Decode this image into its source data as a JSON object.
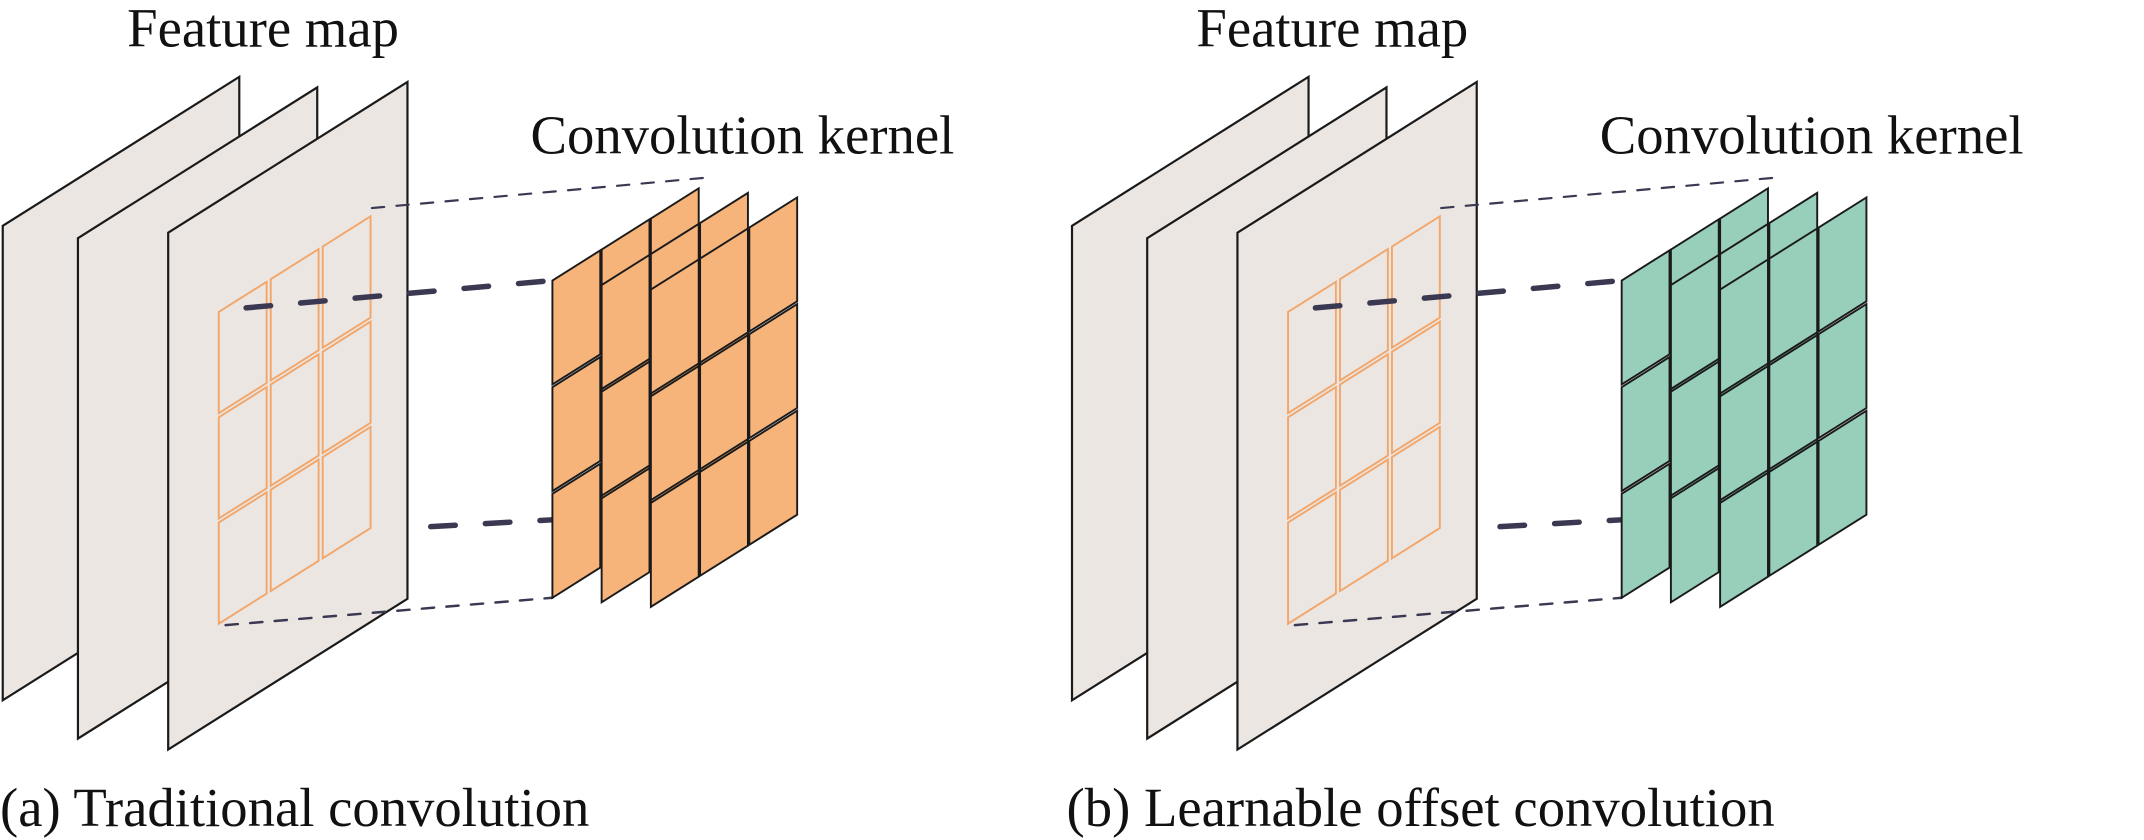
{
  "panels": [
    {
      "feature_map_label": "Feature map",
      "kernel_label": "Convolution kernel",
      "caption": "(a) Traditional convolution",
      "kernel_color": "#f7b47a",
      "grid_color": "#f2a66a"
    },
    {
      "feature_map_label": "Feature map",
      "kernel_label": "Convolution kernel",
      "caption": "(b) Learnable offset convolution",
      "kernel_color": "#97cfbb",
      "grid_color": "#f2a66a",
      "offset_color": "#86c7b0"
    }
  ],
  "colors": {
    "plane_fill": "#ebe6e2",
    "outline": "#1a1a1a",
    "dash": "#3b3852"
  }
}
